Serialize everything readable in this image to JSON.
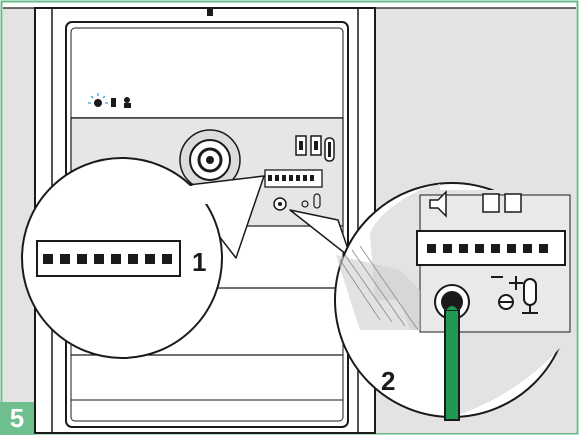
{
  "step_number": "5",
  "callouts": [
    {
      "id": "dip-switch",
      "label": "1"
    },
    {
      "id": "volume-adjust",
      "label": "2"
    }
  ],
  "colors": {
    "frame_border": "#66bb8a",
    "step_badge": "#6fbe8e",
    "screwdriver": "#1f9a52",
    "background_panel": "#e2e2e2",
    "line": "#1a1a1a"
  }
}
